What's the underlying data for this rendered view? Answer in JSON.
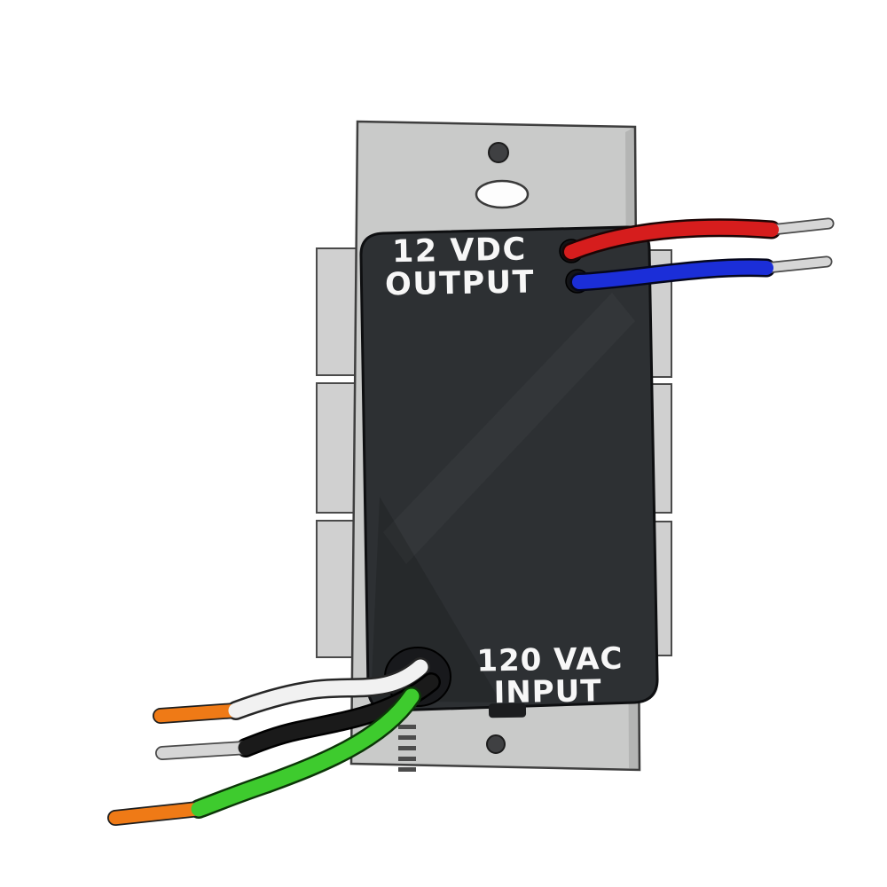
{
  "labels": {
    "output_line1": "12 VDC",
    "output_line2": "OUTPUT",
    "input_line1": "120 VAC",
    "input_line2": "INPUT"
  },
  "colors": {
    "background": "#ffffff",
    "plate": "#c9cac9",
    "plate_outline": "#3f3f3f",
    "ear": "#d0d0d0",
    "ear_outline": "#4a4a4a",
    "body": "#2d3033",
    "body_outline": "#0e0f11",
    "label_text": "#f7f7f7",
    "grommet": "#18191c",
    "wire_red": "#d61d1d",
    "wire_blue": "#1b2ed8",
    "wire_white": "#f1f1f1",
    "wire_black": "#1a1a1a",
    "wire_green": "#3ecb2e",
    "tip_silver": "#d6d6d6",
    "tip_orange": "#ef7a16"
  },
  "wires": {
    "output": [
      {
        "color": "red",
        "tip": "silver"
      },
      {
        "color": "blue",
        "tip": "silver"
      }
    ],
    "input": [
      {
        "color": "white",
        "tip": "orange"
      },
      {
        "color": "black",
        "tip": "silver"
      },
      {
        "color": "green",
        "tip": "orange"
      }
    ]
  }
}
